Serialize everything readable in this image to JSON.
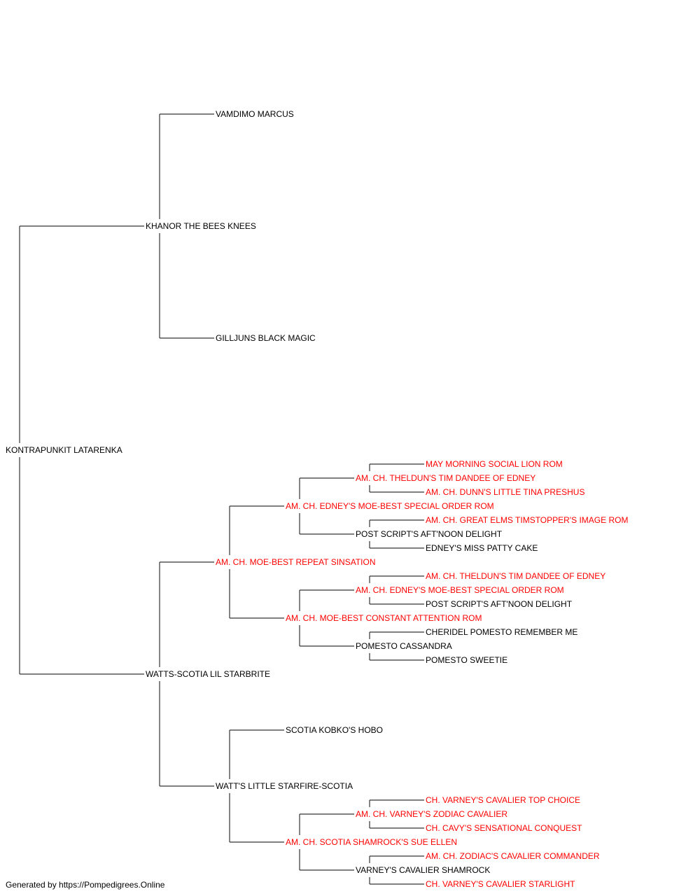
{
  "colors": {
    "champion": "#ff0000",
    "normal": "#000000",
    "line": "#333333"
  },
  "pedigree": {
    "name": "KONTRAPUNKIT LATARENKA",
    "champion": false,
    "sire": {
      "name": "KHANOR THE BEES KNEES",
      "champion": false,
      "sire": {
        "name": "VAMDIMO MARCUS",
        "champion": false
      },
      "dam": {
        "name": "GILLJUNS BLACK MAGIC",
        "champion": false
      }
    },
    "dam": {
      "name": "WATTS-SCOTIA LIL STARBRITE",
      "champion": false,
      "sire": {
        "name": "AM. CH. MOE-BEST REPEAT SINSATION",
        "champion": true,
        "sire": {
          "name": "AM. CH. EDNEY'S MOE-BEST SPECIAL ORDER ROM",
          "champion": true,
          "sire": {
            "name": "AM. CH. THELDUN'S TIM DANDEE OF EDNEY",
            "champion": true,
            "sire": {
              "name": "MAY MORNING SOCIAL LION ROM",
              "champion": true
            },
            "dam": {
              "name": "AM. CH. DUNN'S LITTLE TINA PRESHUS",
              "champion": true
            }
          },
          "dam": {
            "name": "POST SCRIPT'S AFT'NOON DELIGHT",
            "champion": false,
            "sire": {
              "name": "AM. CH. GREAT ELMS TIMSTOPPER'S IMAGE ROM",
              "champion": true
            },
            "dam": {
              "name": "EDNEY'S MISS PATTY CAKE",
              "champion": false
            }
          }
        },
        "dam": {
          "name": "AM. CH. MOE-BEST CONSTANT ATTENTION ROM",
          "champion": true,
          "sire": {
            "name": "AM. CH. EDNEY'S MOE-BEST SPECIAL ORDER ROM",
            "champion": true,
            "sire": {
              "name": "AM. CH. THELDUN'S TIM DANDEE OF EDNEY",
              "champion": true
            },
            "dam": {
              "name": "POST SCRIPT'S AFT'NOON DELIGHT",
              "champion": false
            }
          },
          "dam": {
            "name": "POMESTO CASSANDRA",
            "champion": false,
            "sire": {
              "name": "CHERIDEL POMESTO REMEMBER ME",
              "champion": false
            },
            "dam": {
              "name": "POMESTO SWEETIE",
              "champion": false
            }
          }
        }
      },
      "dam": {
        "name": "WATT'S LITTLE STARFIRE-SCOTIA",
        "champion": false,
        "sire": {
          "name": "SCOTIA KOBKO'S HOBO",
          "champion": false
        },
        "dam": {
          "name": "AM. CH. SCOTIA SHAMROCK'S SUE ELLEN",
          "champion": true,
          "sire": {
            "name": "AM. CH. VARNEY'S ZODIAC CAVALIER",
            "champion": true,
            "sire": {
              "name": "CH. VARNEY'S CAVALIER TOP CHOICE",
              "champion": true
            },
            "dam": {
              "name": "CH. CAVY'S SENSATIONAL CONQUEST",
              "champion": true
            }
          },
          "dam": {
            "name": "VARNEY'S CAVALIER SHAMROCK",
            "champion": false,
            "sire": {
              "name": "AM. CH. ZODIAC'S CAVALIER COMMANDER",
              "champion": true
            },
            "dam": {
              "name": "CH. VARNEY'S CAVALIER STARLIGHT",
              "champion": true
            }
          }
        }
      }
    }
  },
  "footer": "Generated by https://Pompedigrees.Online"
}
